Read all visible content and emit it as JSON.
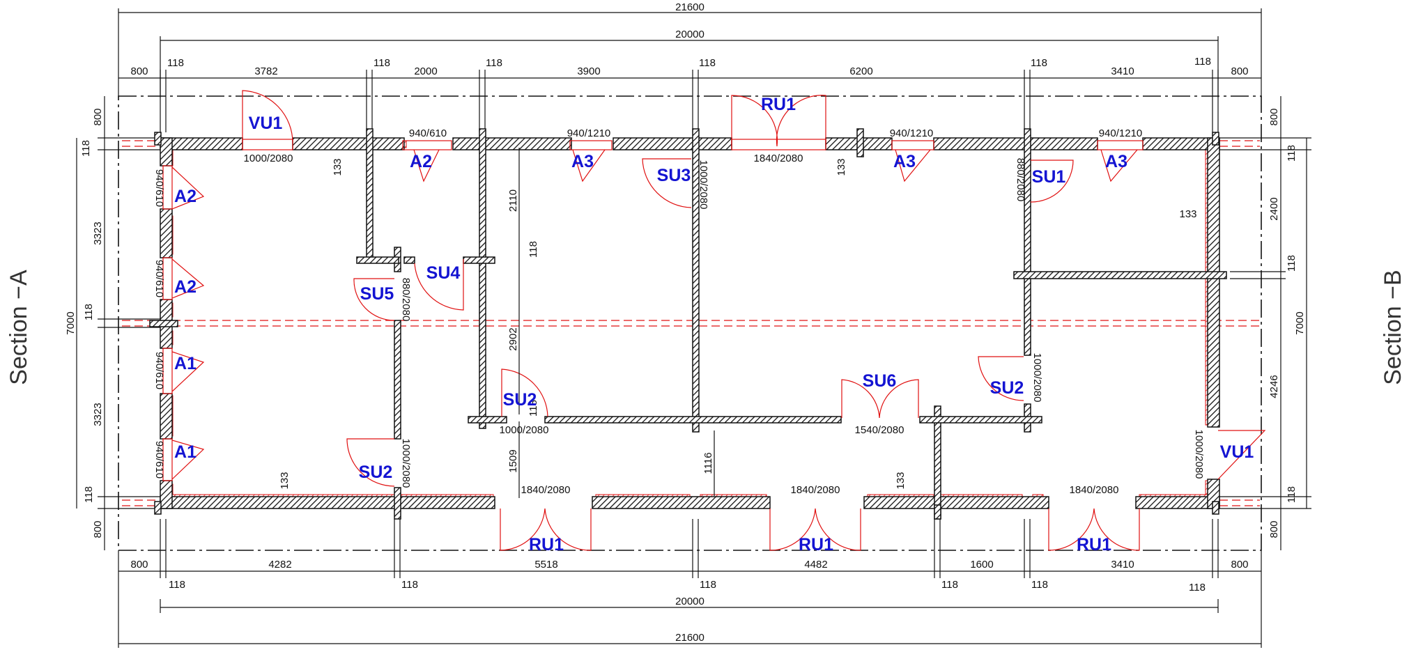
{
  "sections": {
    "left": "Section  −A",
    "right": "Section  −B"
  },
  "dimensions": {
    "overall_top": "21600",
    "overall_bottom": "21600",
    "inner_top": "20000",
    "inner_bottom": "20000",
    "wall_thickness": "118",
    "top_chain": [
      "800",
      "3782",
      "2000",
      "3900",
      "6200",
      "3410",
      "800"
    ],
    "bottom_chain": [
      "800",
      "4282",
      "5518",
      "4482",
      "1600",
      "3410",
      "800"
    ],
    "left_chain": [
      "800",
      "3323",
      "3323",
      "800"
    ],
    "left_total": "7000",
    "right_chain": [
      "800",
      "2400",
      "4246",
      "800"
    ],
    "right_total": "7000",
    "interior": [
      "2110",
      "2902",
      "1509",
      "1116",
      "133"
    ]
  },
  "openings": {
    "window_940_610": "940/610",
    "window_940_1210": "940/1210",
    "door_1000_2080": "1000/2080",
    "door_1840_2080": "1840/2080",
    "door_880_2080": "880/2080",
    "door_1540_2080": "1540/2080"
  },
  "labels": {
    "VU1": "VU1",
    "RU1": "RU1",
    "A1": "A1",
    "A2": "A2",
    "A3": "A3",
    "SU1": "SU1",
    "SU2": "SU2",
    "SU3": "SU3",
    "SU4": "SU4",
    "SU5": "SU5",
    "SU6": "SU6"
  },
  "colors": {
    "wall": "#111111",
    "insulation": "#e01010",
    "label": "#1414d2"
  }
}
